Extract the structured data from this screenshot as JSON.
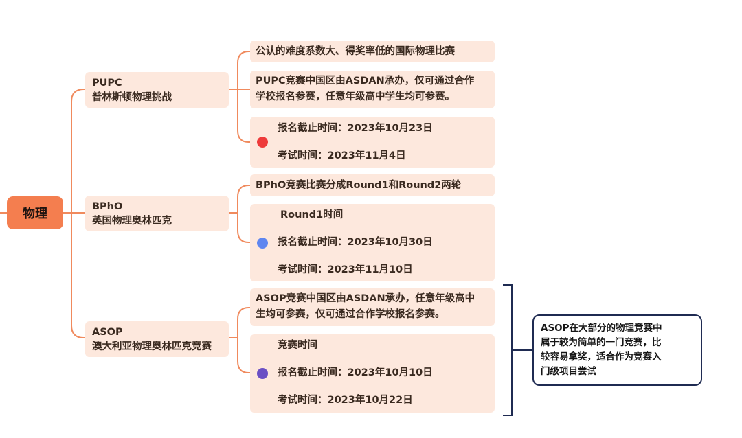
{
  "root": {
    "label": "物理"
  },
  "branches": [
    {
      "code": "PUPC",
      "name": "普林斯顿物理挑战",
      "details": [
        {
          "lines": [
            "公认的难度系数大、得奖率低的国际物理比赛"
          ]
        },
        {
          "lines": [
            "PUPC竞赛中国区由ASDAN承办，仅可通过合作",
            "学校报名参赛，任意年级高中学生均可参赛。"
          ]
        }
      ],
      "schedule": {
        "heading": "",
        "registration": "报名截止时间：2023年10月23日",
        "exam": "考试时间：2023年11月4日",
        "dot_color": "#ee3b3b"
      }
    },
    {
      "code": "BPhO",
      "name": "英国物理奥林匹克",
      "details": [
        {
          "lines": [
            "BPhO竞赛比赛分成Round1和Round2两轮"
          ]
        }
      ],
      "schedule": {
        "heading": "Round1时间",
        "registration": "报名截止时间：2023年10月30日",
        "exam": "考试时间：2023年11月10日",
        "dot_color": "#5f86f0"
      }
    },
    {
      "code": "ASOP",
      "name": "澳大利亚物理奥林匹克竞赛",
      "details": [
        {
          "lines": [
            "ASOP竞赛中国区由ASDAN承办，任意年级高中",
            "生均可参赛，仅可通过合作学校报名参赛。"
          ]
        }
      ],
      "schedule": {
        "heading": "竞赛时间",
        "registration": "报名截止时间：2023年10月10日",
        "exam": "考试时间：2023年10月22日",
        "dot_color": "#6a4fc4"
      }
    }
  ],
  "summary": {
    "lines": [
      "ASOP在大部分的物理竞赛中",
      "属于较为简单的一门竞赛，比",
      "较容易拿奖，适合作为竞赛入",
      "门级项目尝试"
    ]
  },
  "colors": {
    "accent": "#f47e4f",
    "node_fill": "#fde8dd",
    "connector": "#f08a5d",
    "bracket": "#1f2b52"
  }
}
